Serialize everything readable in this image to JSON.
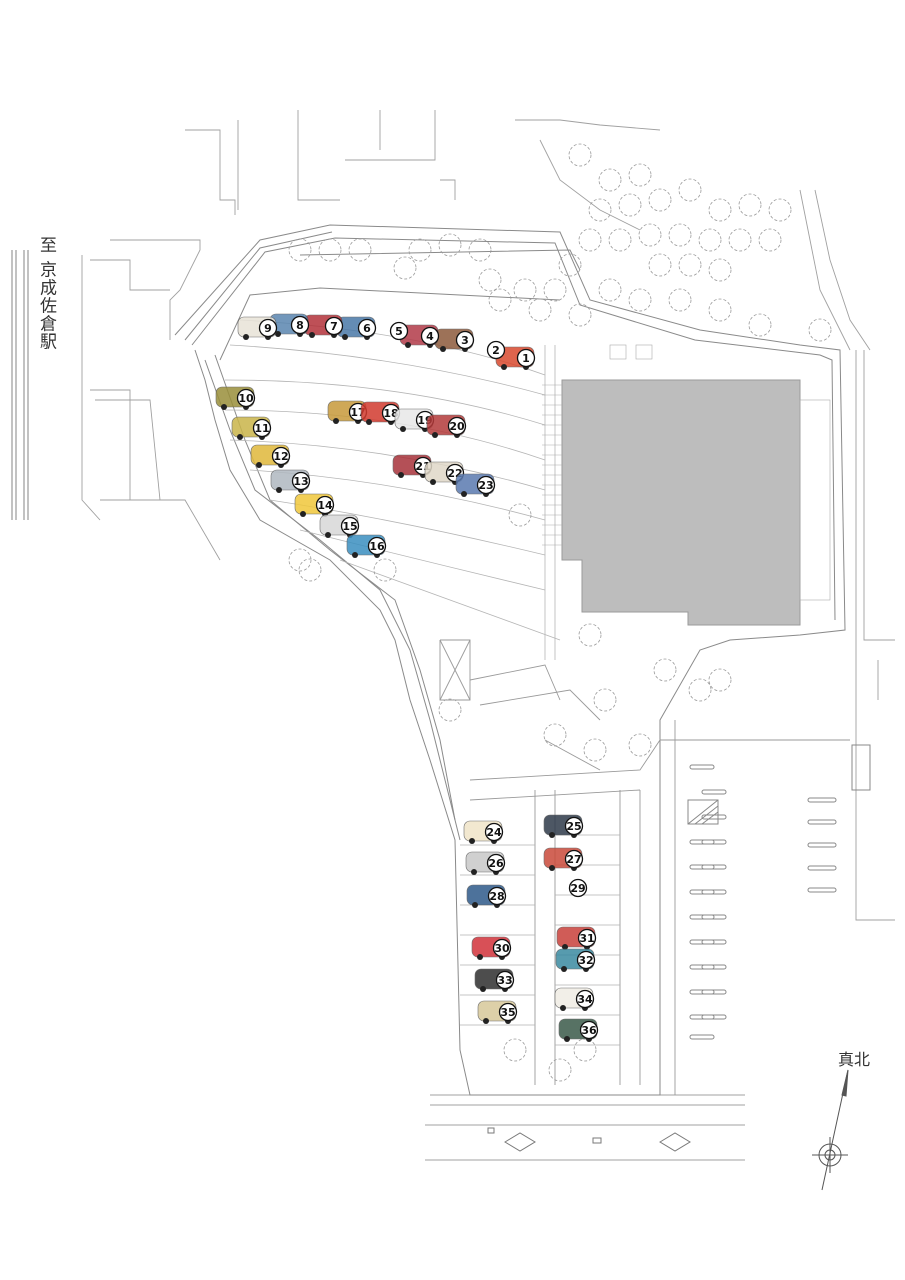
{
  "map": {
    "station_label": "至 京成佐倉駅",
    "north_label": "真北",
    "colors": {
      "line": "#8a8a8a",
      "building": "#bdbdbd",
      "marker_fill": "#ffffff",
      "marker_stroke": "#111111",
      "tree": "#9a9a9a"
    },
    "markers": [
      {
        "label": "1",
        "color": "#d9492e"
      },
      {
        "label": "2",
        "color": ""
      },
      {
        "label": "3",
        "color": "#8c5a3c"
      },
      {
        "label": "4",
        "color": "#b23a48"
      },
      {
        "label": "5",
        "color": ""
      },
      {
        "label": "6",
        "color": "#4a78a8"
      },
      {
        "label": "7",
        "color": "#b3323a"
      },
      {
        "label": "8",
        "color": "#5a86b0"
      },
      {
        "label": "9",
        "color": "#e8e3d8"
      },
      {
        "label": "10",
        "color": "#9a8f3a"
      },
      {
        "label": "11",
        "color": "#c9b54a"
      },
      {
        "label": "12",
        "color": "#e0b83a"
      },
      {
        "label": "13",
        "color": "#b0b8c0"
      },
      {
        "label": "14",
        "color": "#f0c73a"
      },
      {
        "label": "15",
        "color": "#d8d8d8"
      },
      {
        "label": "16",
        "color": "#3a8fc0"
      },
      {
        "label": "17",
        "color": "#c79a3a"
      },
      {
        "label": "18",
        "color": "#d23a2e"
      },
      {
        "label": "19",
        "color": "#e8e8e8"
      },
      {
        "label": "20",
        "color": "#b33a3a"
      },
      {
        "label": "21",
        "color": "#a8323a"
      },
      {
        "label": "22",
        "color": "#e0d8c8"
      },
      {
        "label": "23",
        "color": "#5a7ab0"
      },
      {
        "label": "24",
        "color": "#f0e4c8"
      },
      {
        "label": "25",
        "color": "#2e3a4a"
      },
      {
        "label": "26",
        "color": "#c8c8c8"
      },
      {
        "label": "27",
        "color": "#c94a3a"
      },
      {
        "label": "28",
        "color": "#2e5a8a"
      },
      {
        "label": "29",
        "color": ""
      },
      {
        "label": "30",
        "color": "#d2323a"
      },
      {
        "label": "31",
        "color": "#c8403a"
      },
      {
        "label": "32",
        "color": "#3a8aa0"
      },
      {
        "label": "33",
        "color": "#2e2e2e"
      },
      {
        "label": "34",
        "color": "#f0ede4"
      },
      {
        "label": "35",
        "color": "#d8c89a"
      },
      {
        "label": "36",
        "color": "#3a5a4a"
      }
    ]
  }
}
